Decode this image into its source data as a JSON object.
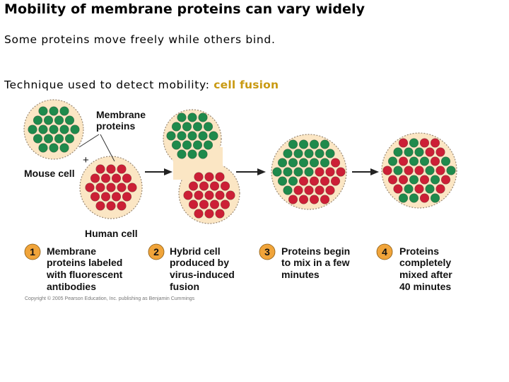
{
  "title": "Mobility of membrane proteins can vary widely",
  "subtitle": "Some proteins move freely while others bind.",
  "technique": {
    "prefix": "Technique used to detect mobility: ",
    "highlight": "cell fusion"
  },
  "figure": {
    "labels": {
      "membrane_proteins_line1": "Membrane",
      "membrane_proteins_line2": "proteins",
      "plus_sign": "+",
      "mouse_cell": "Mouse cell",
      "human_cell": "Human cell"
    },
    "steps": [
      {
        "number": "1",
        "lines": [
          "Membrane",
          "proteins labeled",
          "with fluorescent",
          "antibodies"
        ]
      },
      {
        "number": "2",
        "lines": [
          "Hybrid cell",
          "produced by",
          "virus-induced",
          "fusion"
        ]
      },
      {
        "number": "3",
        "lines": [
          "Proteins begin",
          "to mix in a few",
          "minutes"
        ]
      },
      {
        "number": "4",
        "lines": [
          "Proteins",
          "completely",
          "mixed after",
          "40 minutes"
        ]
      }
    ],
    "copyright": "Copyright © 2005 Pearson Education, Inc. publishing as Benjamin Cummings",
    "colors": {
      "cell_fill": "#fbe6c4",
      "cell_border": "#9a8872",
      "green_protein": "#1f8a4c",
      "red_protein": "#cc1f36",
      "step_badge": "#f0a43a",
      "arrow": "#222222",
      "highlight_text": "#c99a12"
    }
  }
}
